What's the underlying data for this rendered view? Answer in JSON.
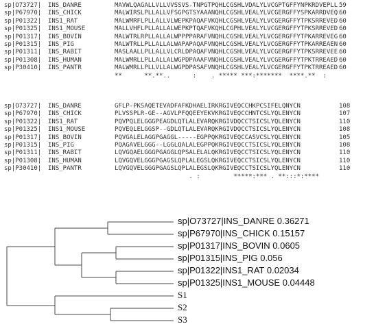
{
  "alignment": {
    "block1": [
      {
        "id": "sp|O73727|",
        "name": "INS_DANRE",
        "seq": "MAVWLQAGALLVLLVVSSVS-TNPGTPQHLCGSHLVDALYLVCGPTGFFYNPKRDVEPLL",
        "num": "59"
      },
      {
        "id": "sp|P67970|",
        "name": "INS_CHICK",
        "seq": "MALWIRSLPLLALLVFSGPGTSYAAANQHLCGSHLVEALYLVCGERGFFYSPKARRDVEQ",
        "num": "60"
      },
      {
        "id": "sp|P01322|",
        "name": "INS1_RAT",
        "seq": "MALWMRFLPLLALLVLWEPKPAQAFVKQHLCGSHLVEALYLVCGERGFFYTPKSRREVED",
        "num": "60"
      },
      {
        "id": "sp|P01325|",
        "name": "INS1_MOUSE",
        "seq": "MALLVHFLPLLALLALWEPKPTQAFVKQHLCGPHLVEALYLVCGERGFFYTPKSRREVED",
        "num": "60"
      },
      {
        "id": "sp|P01317|",
        "name": "INS_BOVIN",
        "seq": "MALWTRLRPLLALLALWPPPPARAFVNQHLCGSHLVEALYLVCGERGFFYTPKARREVEG",
        "num": "60"
      },
      {
        "id": "sp|P01315|",
        "name": "INS_PIG",
        "seq": "MALWTRLLPLLALLALWAPAPAQAFVNQHLCGSHLVEALYLVCGERGFFYTPKARREAEN",
        "num": "60"
      },
      {
        "id": "sp|P01311|",
        "name": "INS_RABIT",
        "seq": "MASLAALLPLLALLVLCRLDPAQAFVNQHLCGSHLVEALYLVCGERGFFYTPKSRREVEE",
        "num": "60"
      },
      {
        "id": "sp|P01308|",
        "name": "INS_HUMAN",
        "seq": "MALWMRLLPLLALLALWGPDPAAAFVNQHLCGSHLVEALYLVCGERGFFYTPKTRREAED",
        "num": "60"
      },
      {
        "id": "sp|P30410|",
        "name": "INS_PANTR",
        "seq": "MALWMRLLPLLVLLALWGPDPASAFVNQHLCGSHLVEALYLVCGERGFFYTPKTRREAED",
        "num": "60"
      }
    ],
    "block1_consensus": "**      **.**..      :    . ***** ***:*******  ****.**  :",
    "block2": [
      {
        "id": "sp|O73727|",
        "name": "INS_DANRE",
        "seq": "GFLP-PKSAQETEVADFAFKDHAELIRKRGIVEQCCHKPCSIFELQNYCN",
        "num": "108"
      },
      {
        "id": "sp|P67970|",
        "name": "INS_CHICK",
        "seq": "PLVSSPLR-GE--AGVLPFQQEEYEKVKRGIVEQCCHNTCSLYQLENYCN",
        "num": "107"
      },
      {
        "id": "sp|P01322|",
        "name": "INS1_RAT",
        "seq": "PQVPQLELGGGPEAGDLQTLALEVARQKRGIVDQCCTSICSLYQLENYCN",
        "num": "110"
      },
      {
        "id": "sp|P01325|",
        "name": "INS1_MOUSE",
        "seq": "PQVEQLELGGSP--GDLQTLALEVARQKRGIVDQCCTSICSLYQLENYCN",
        "num": "108"
      },
      {
        "id": "sp|P01317|",
        "name": "INS_BOVIN",
        "seq": "PQVGALELAGGPGAGGL-----EGPPQKRGIVEQCCASVCSLYQLENYCN",
        "num": "105"
      },
      {
        "id": "sp|P01315|",
        "name": "INS_PIG",
        "seq": "PQAGAVELGGG--LGGLQALALEGPPQKRGIVEQCCTSICSLYQLENYCN",
        "num": "108"
      },
      {
        "id": "sp|P01311|",
        "name": "INS_RABIT",
        "seq": "LQVGQAELGGGPGAGGLQPSALELALQKRGIVEQCCTSICSLYQLENYCN",
        "num": "110"
      },
      {
        "id": "sp|P01308|",
        "name": "INS_HUMAN",
        "seq": "LQVGQVELGGGPGAGSLQPLALEGSLQKRGIVEQCCTSICSLYQLENYCN",
        "num": "110"
      },
      {
        "id": "sp|P30410|",
        "name": "INS_PANTR",
        "seq": "LQVGQVELGGGPGAGSLQPLALEGSLQKRGIVEQCCTSICSLYQLENYCN",
        "num": "110"
      }
    ],
    "block2_consensus": "                    . :         *****:*** . **:::*:****"
  },
  "tree": {
    "leaves": [
      {
        "label": "sp|O73727|INS_DANRE 0.36271"
      },
      {
        "label": "sp|P67970|INS_CHICK 0.15157"
      },
      {
        "label": "sp|P01317|INS_BOVIN 0.0605"
      },
      {
        "label": "sp|P01315|INS_PIG 0.056"
      },
      {
        "label": "sp|P01322|INS1_RAT 0.02034"
      },
      {
        "label": "sp|P01325|INS1_MOUSE 0.04448"
      }
    ],
    "extra_leaves": [
      {
        "label": "S1"
      },
      {
        "label": "S2"
      },
      {
        "label": "S3"
      }
    ],
    "line_color": "#444444"
  }
}
